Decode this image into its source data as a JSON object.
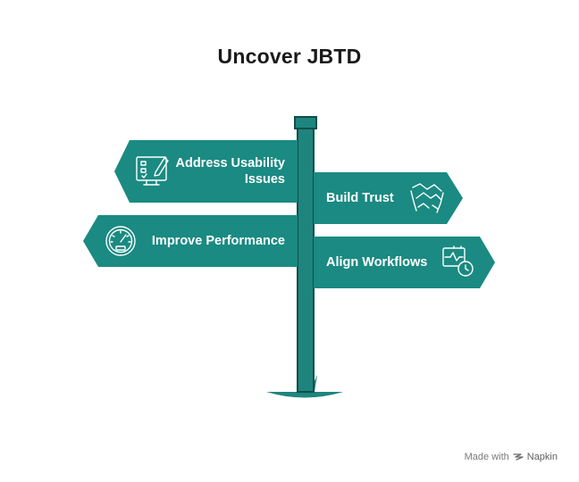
{
  "title": "Uncover JBTD",
  "colors": {
    "sign": "#1a8a82",
    "pole": "#1e857e",
    "pole_outline": "#0f4f4a",
    "grass": "#1e857e",
    "icon_stroke": "#ffffff"
  },
  "signs": [
    {
      "label": "Address Usability Issues",
      "line1": "Address Usability",
      "line2": "Issues",
      "direction": "left",
      "icon": "checklist-pen-icon"
    },
    {
      "label": "Build Trust",
      "direction": "right",
      "icon": "handshake-icon"
    },
    {
      "label": "Improve Performance",
      "direction": "left",
      "icon": "speedometer-icon"
    },
    {
      "label": "Align Workflows",
      "direction": "right",
      "icon": "workflow-chart-icon"
    }
  ],
  "watermark": {
    "prefix": "Made with",
    "brand": "Napkin"
  }
}
